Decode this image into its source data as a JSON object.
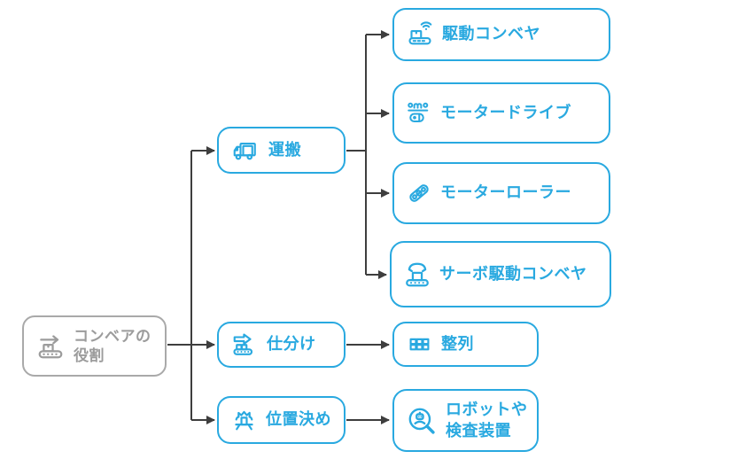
{
  "colors": {
    "accent": "#29A9E0",
    "root_gray": "#A9A9A9",
    "root_text": "#9C9C9C",
    "connector": "#3E3E3E",
    "background": "#FFFFFF"
  },
  "root": {
    "label": "コンベアの役割",
    "icon": "conveyor-forward-icon"
  },
  "branches": [
    {
      "label": "運搬",
      "icon": "truck-icon"
    },
    {
      "label": "仕分け",
      "icon": "sorting-conveyor-icon"
    },
    {
      "label": "位置決め",
      "icon": "gripper-icon"
    }
  ],
  "leaves": [
    {
      "label": "駆動コンベヤ",
      "icon": "wireless-conveyor-icon",
      "parent": "運搬"
    },
    {
      "label": "モータードライブ",
      "icon": "motor-drive-icon",
      "parent": "運搬"
    },
    {
      "label": "モーターローラー",
      "icon": "motor-roller-icon",
      "parent": "運搬"
    },
    {
      "label": "サーボ駆動コンベヤ",
      "icon": "servo-gripper-conveyor-icon",
      "parent": "運搬"
    },
    {
      "label": "整列",
      "icon": "alignment-grid-icon",
      "parent": "仕分け"
    },
    {
      "label": "ロボットや検査装置",
      "icon": "robot-inspection-magnifier-icon",
      "parent": "位置決め"
    }
  ]
}
